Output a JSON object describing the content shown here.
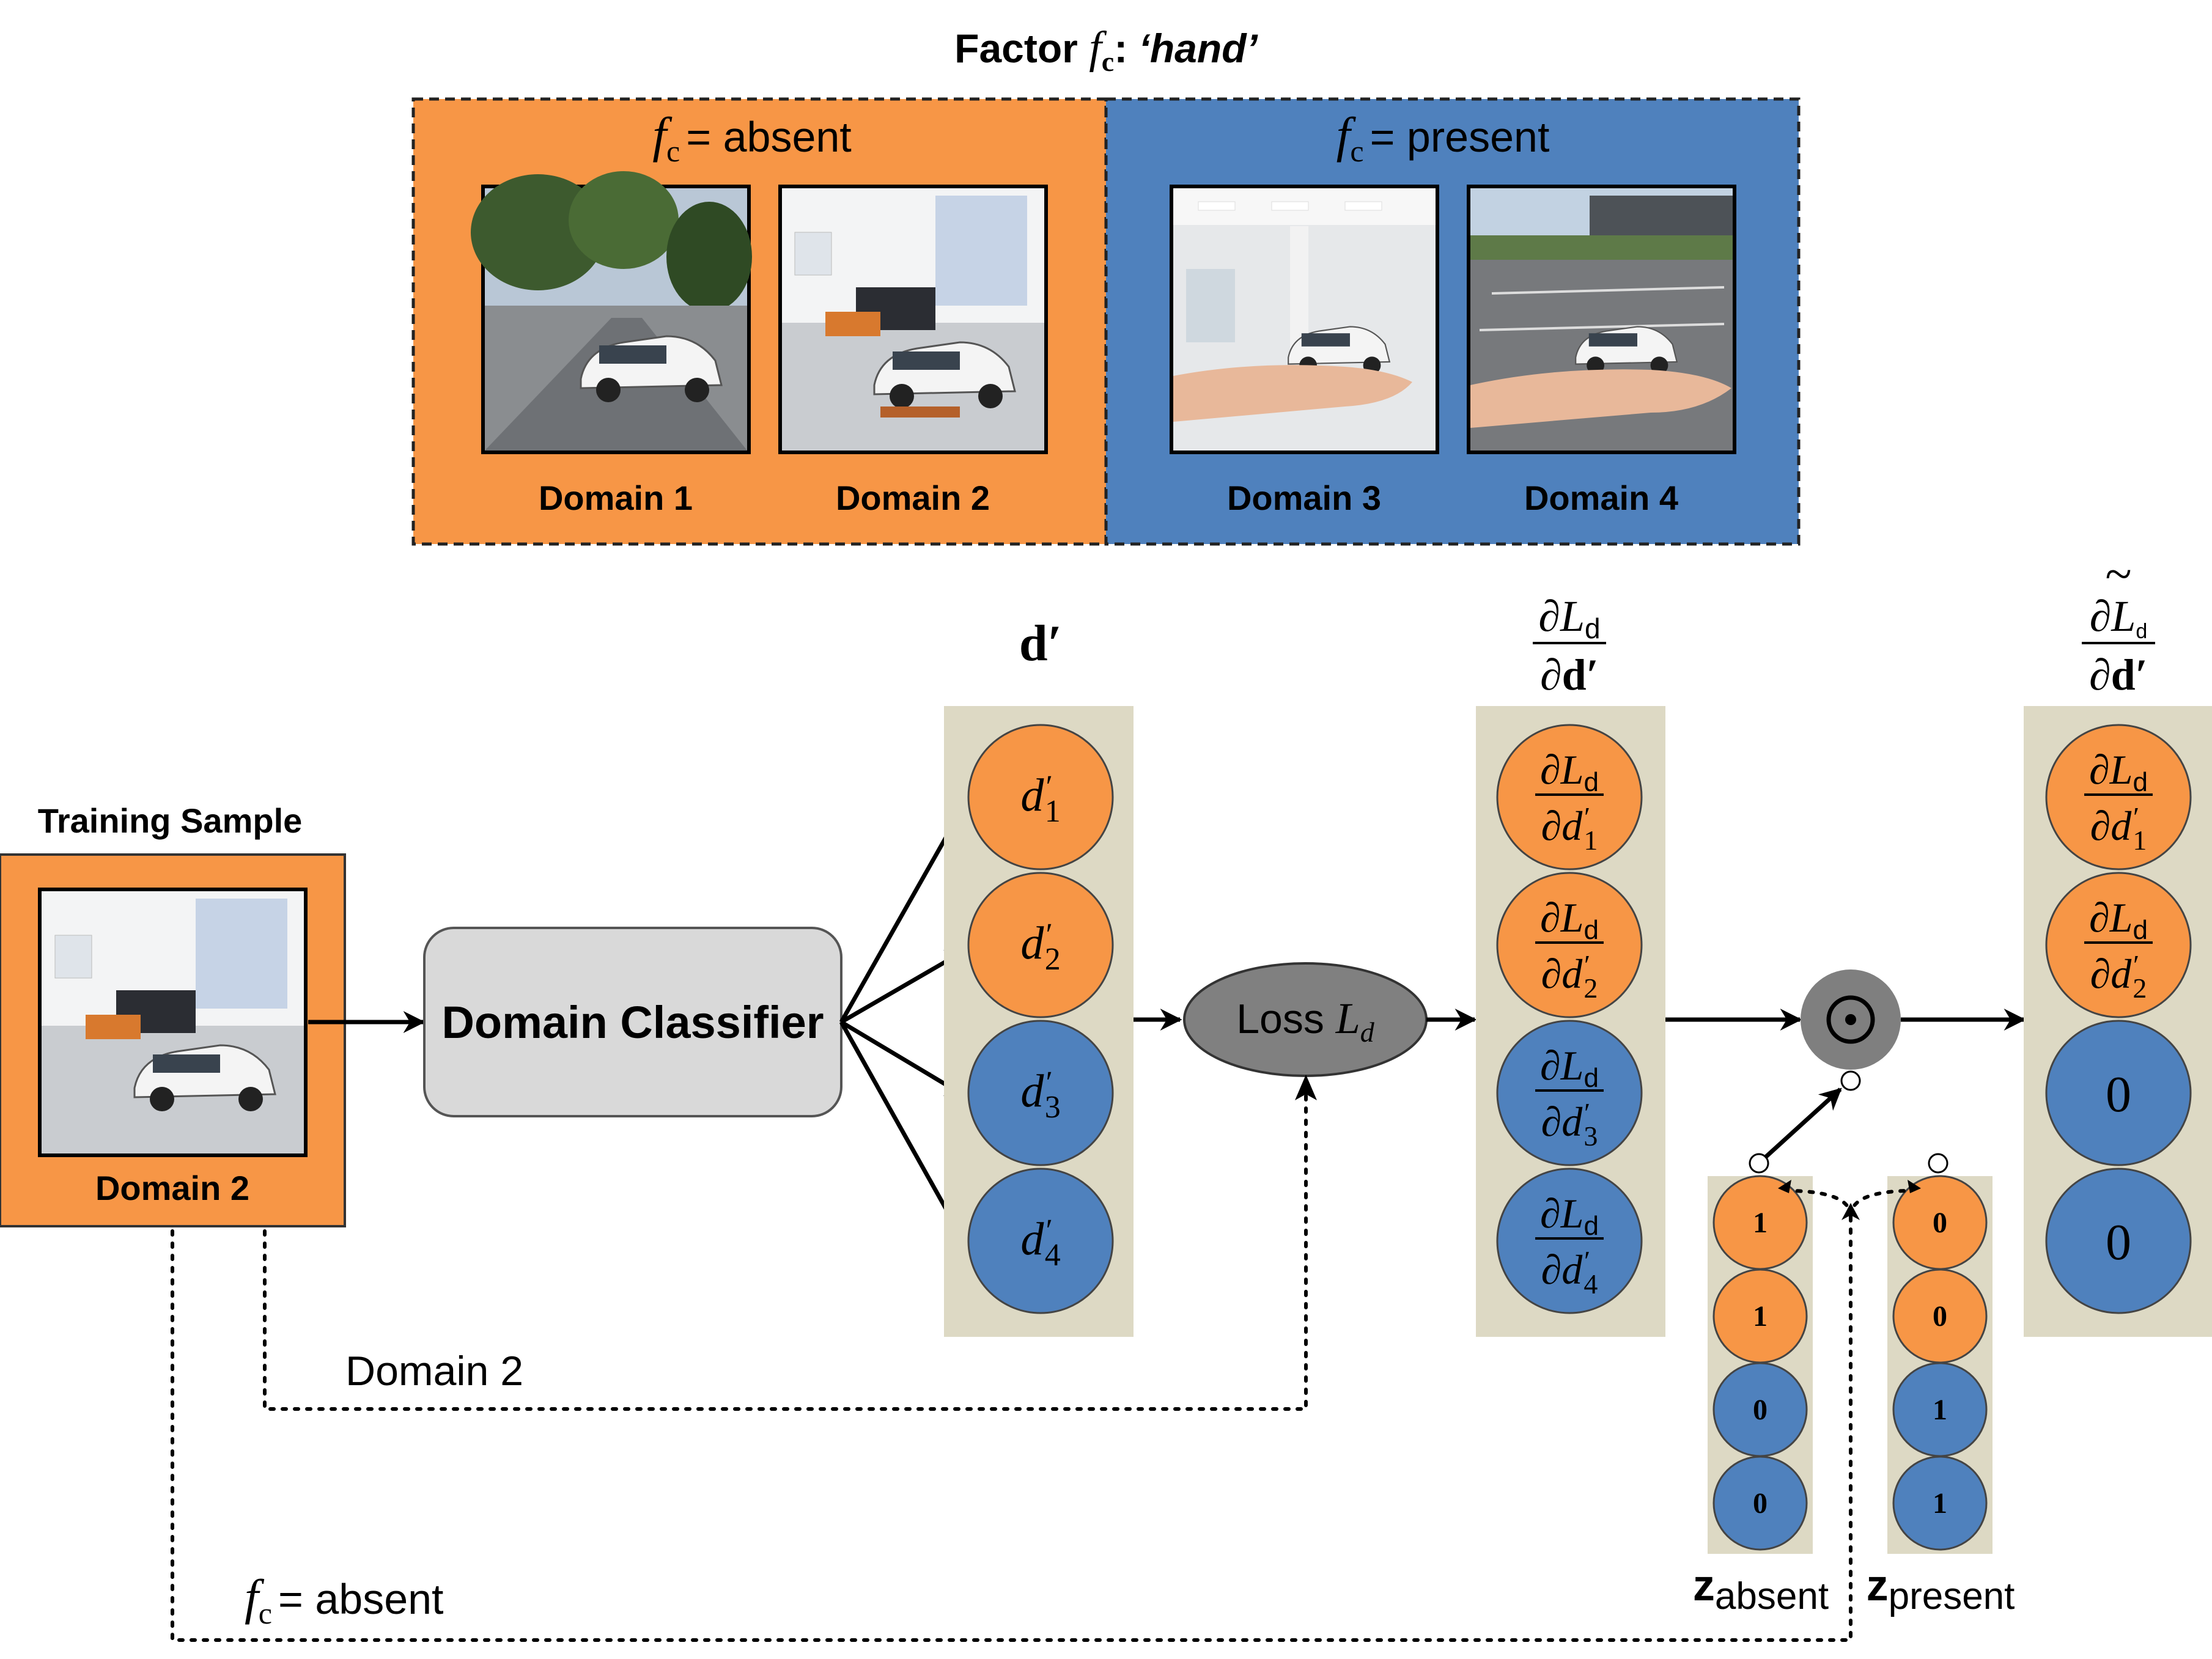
{
  "colors": {
    "orange": "#F79646",
    "blue": "#4F81BD",
    "khaki": "#DDD9C4",
    "gray_box": "#D9D9D9",
    "loss_fill": "#808080",
    "hadamard_fill": "#7F7F7F"
  },
  "factor_title": {
    "prefix": "Factor ",
    "var": "f",
    "sub": "c",
    "suffix": ": ",
    "value": "‘hand’"
  },
  "panels": {
    "absent": {
      "var": "f",
      "sub": "c",
      "label": "= absent"
    },
    "present": {
      "var": "f",
      "sub": "c",
      "label": "= present"
    }
  },
  "domains": [
    "Domain 1",
    "Domain 2",
    "Domain 3",
    "Domain 4"
  ],
  "training": {
    "title": "Training Sample",
    "domain_label": "Domain 2"
  },
  "classifier_label": "Domain Classifier",
  "d_prime_label": "d′",
  "d_nodes": [
    {
      "base": "d",
      "prime": "′",
      "sub": "1"
    },
    {
      "base": "d",
      "prime": "′",
      "sub": "2"
    },
    {
      "base": "d",
      "prime": "′",
      "sub": "3"
    },
    {
      "base": "d",
      "prime": "′",
      "sub": "4"
    }
  ],
  "loss": {
    "label": "Loss ",
    "var": "L",
    "sub": "d"
  },
  "grad_header": {
    "num": "∂L",
    "num_sub": "d",
    "den": "∂d′"
  },
  "grad_nodes": [
    {
      "num": "∂L",
      "num_sub": "d",
      "den": "∂d",
      "den_prime": "′",
      "den_sub": "1"
    },
    {
      "num": "∂L",
      "num_sub": "d",
      "den": "∂d",
      "den_prime": "′",
      "den_sub": "2"
    },
    {
      "num": "∂L",
      "num_sub": "d",
      "den": "∂d",
      "den_prime": "′",
      "den_sub": "3"
    },
    {
      "num": "∂L",
      "num_sub": "d",
      "den": "∂d",
      "den_prime": "′",
      "den_sub": "4"
    }
  ],
  "hadamard_symbol": "⊙",
  "z_absent": {
    "label": "z",
    "sub": "absent",
    "values": [
      "1",
      "1",
      "0",
      "0"
    ]
  },
  "z_present": {
    "label": "z",
    "sub": "present",
    "values": [
      "0",
      "0",
      "1",
      "1"
    ]
  },
  "out_header": {
    "tilde": "~",
    "num": "∂L",
    "num_sub": "d",
    "den": "∂d′"
  },
  "out_nodes": [
    {
      "num": "∂L",
      "num_sub": "d",
      "den": "∂d",
      "den_prime": "′",
      "den_sub": "1"
    },
    {
      "num": "∂L",
      "num_sub": "d",
      "den": "∂d",
      "den_prime": "′",
      "den_sub": "2"
    },
    {
      "value": "0"
    },
    {
      "value": "0"
    }
  ],
  "dotted_labels": {
    "domain": "Domain 2",
    "factor": {
      "var": "f",
      "sub": "c",
      "label": "= absent"
    }
  }
}
